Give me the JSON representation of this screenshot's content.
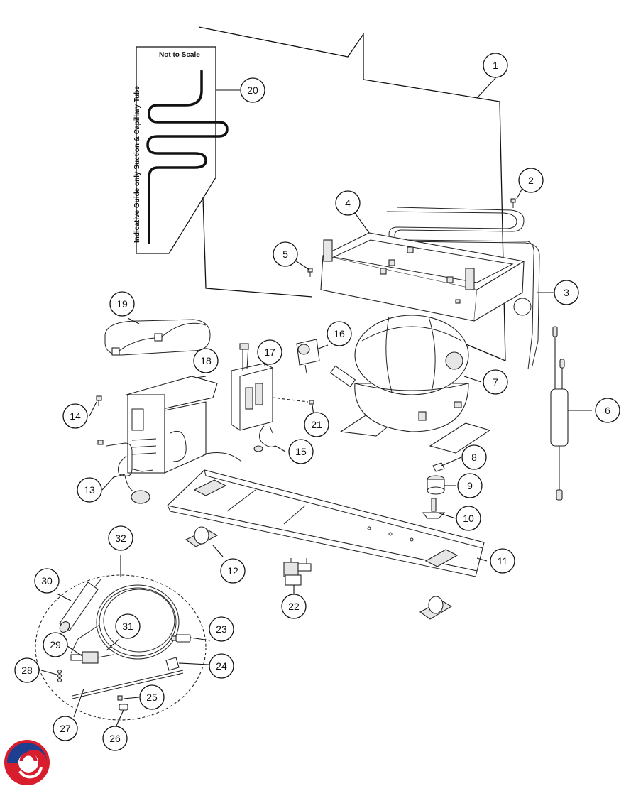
{
  "guide": {
    "scale_note": "Not to Scale",
    "side_label": "Indicative Guide only     Suction & Capillary Tube"
  },
  "callouts": [
    {
      "id": "part-1",
      "label": "1"
    },
    {
      "id": "part-2",
      "label": "2"
    },
    {
      "id": "part-3",
      "label": "3"
    },
    {
      "id": "part-4",
      "label": "4"
    },
    {
      "id": "part-5",
      "label": "5"
    },
    {
      "id": "part-6",
      "label": "6"
    },
    {
      "id": "part-7",
      "label": "7"
    },
    {
      "id": "part-8",
      "label": "8"
    },
    {
      "id": "part-9",
      "label": "9"
    },
    {
      "id": "part-10",
      "label": "10"
    },
    {
      "id": "part-11",
      "label": "11"
    },
    {
      "id": "part-12",
      "label": "12"
    },
    {
      "id": "part-13",
      "label": "13"
    },
    {
      "id": "part-14",
      "label": "14"
    },
    {
      "id": "part-15",
      "label": "15"
    },
    {
      "id": "part-16",
      "label": "16"
    },
    {
      "id": "part-17",
      "label": "17"
    },
    {
      "id": "part-18",
      "label": "18"
    },
    {
      "id": "part-19",
      "label": "19"
    },
    {
      "id": "part-20",
      "label": "20"
    },
    {
      "id": "part-21",
      "label": "21"
    },
    {
      "id": "part-22",
      "label": "22"
    },
    {
      "id": "part-23",
      "label": "23"
    },
    {
      "id": "part-24",
      "label": "24"
    },
    {
      "id": "part-25",
      "label": "25"
    },
    {
      "id": "part-26",
      "label": "26"
    },
    {
      "id": "part-27",
      "label": "27"
    },
    {
      "id": "part-28",
      "label": "28"
    },
    {
      "id": "part-29",
      "label": "29"
    },
    {
      "id": "part-30",
      "label": "30"
    },
    {
      "id": "part-31",
      "label": "31"
    },
    {
      "id": "part-32",
      "label": "32"
    }
  ],
  "logo": {
    "icon": "brand-swirl-logo-icon",
    "colors": [
      "#d81e2c",
      "#1c3f8f"
    ]
  }
}
